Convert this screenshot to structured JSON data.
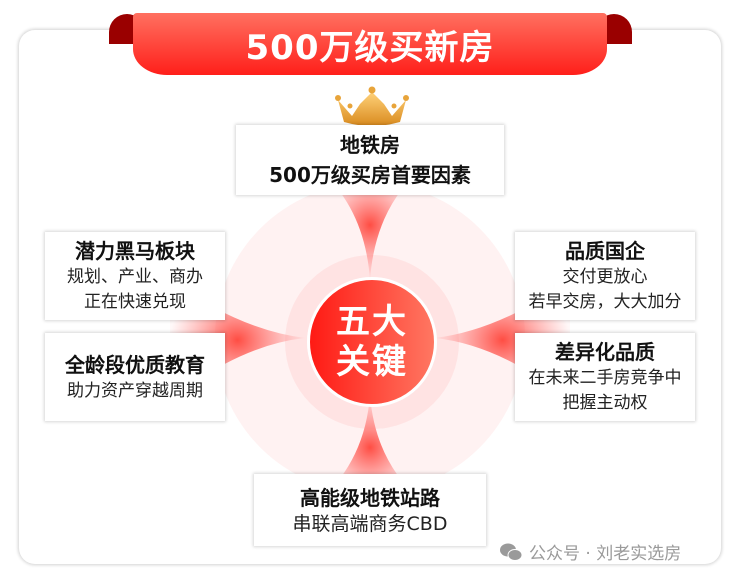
{
  "banner": {
    "title": "500万级买新房"
  },
  "colors": {
    "primary_red": "#ff1f1a",
    "dark_red": "#9a0000",
    "crown_gold": "#e8a43a"
  },
  "center": {
    "line1": "五大",
    "line2": "关键"
  },
  "factors": {
    "top": {
      "heading": "地铁房",
      "sub": [
        "500万级买房首要因素"
      ]
    },
    "left_upper": {
      "heading": "潜力黑马板块",
      "sub": [
        "规划、产业、商办",
        "正在快速兑现"
      ]
    },
    "left_lower": {
      "heading": "全龄段优质教育",
      "sub": [
        "助力资产穿越周期"
      ]
    },
    "right_upper": {
      "heading": "品质国企",
      "sub": [
        "交付更放心",
        "若早交房，大大加分"
      ]
    },
    "right_lower": {
      "heading": "差异化品质",
      "sub": [
        "在未来二手房竞争中",
        "把握主动权"
      ]
    },
    "bottom": {
      "heading": "高能级地铁站路",
      "sub": [
        "串联高端商务CBD"
      ]
    }
  },
  "watermark": {
    "icon": "wechat-icon",
    "text": "公众号 · 刘老实选房"
  }
}
